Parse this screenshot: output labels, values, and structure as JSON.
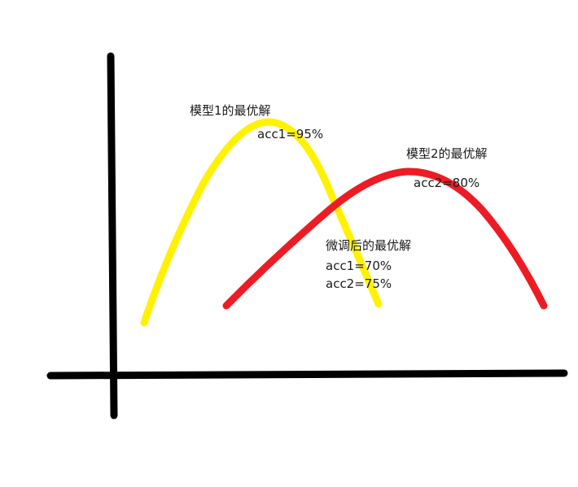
{
  "labels": {
    "model1_optimum": "模型1的最优解",
    "model1_acc": "acc1=95%",
    "model2_optimum": "模型2的最优解",
    "model2_acc": "acc2=80%",
    "finetuned_optimum": "微调后的最优解",
    "finetuned_acc1": "acc1=70%",
    "finetuned_acc2": "acc2=75%"
  },
  "colors": {
    "axis": "#000000",
    "model1_curve": "#fff200",
    "model2_curve": "#ed1c24",
    "text": "#1a1a1a"
  }
}
